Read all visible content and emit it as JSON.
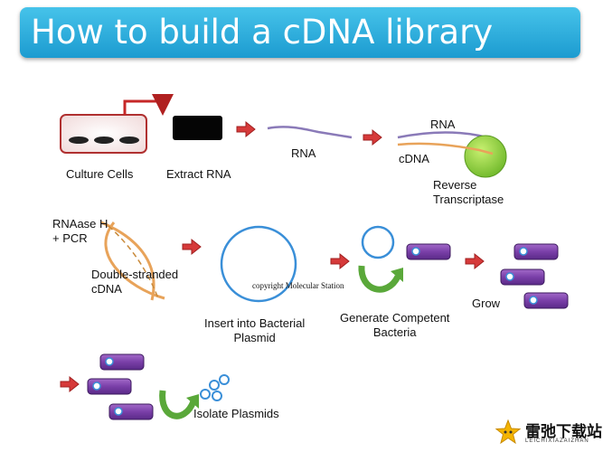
{
  "title": "How to build a cDNA library",
  "steps": {
    "culture_cells": "Culture Cells",
    "extract_rna": "Extract RNA",
    "rna": "RNA",
    "rna_top": "RNA",
    "cdna": "cDNA",
    "reverse_transcriptase": "Reverse\nTranscriptase",
    "rnaase_pcr": "RNAase H\n+ PCR",
    "double_stranded": "Double-stranded\ncDNA",
    "insert_plasmid": "Insert into Bacterial\nPlasmid",
    "copyright": "copyright Molecular Station",
    "generate_competent": "Generate Competent\nBacteria",
    "grow": "Grow",
    "isolate_plasmids": "Isolate Plasmids"
  },
  "colors": {
    "title_bg": "#2bb0e0",
    "arrow": "#d63a3a",
    "rna_strand": "#8a7ab8",
    "cdna_strand": "#e8a35a",
    "enzyme": "#8ed13a",
    "bacteria": "#7a3fa8",
    "plasmid": "#3a8fd8",
    "green_arrow": "#5aa83a"
  },
  "watermark": {
    "title": "雷弛下载站",
    "subtitle": "LEICHIXIAZAIZHAN"
  }
}
